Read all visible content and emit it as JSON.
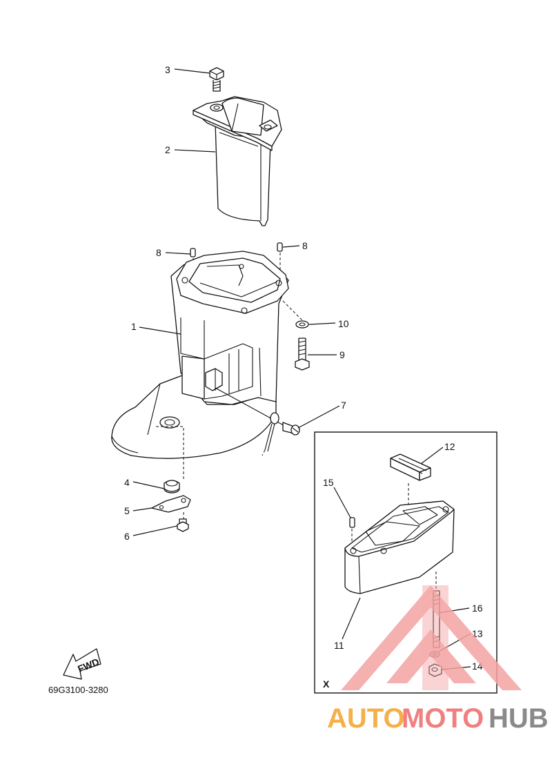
{
  "diagram": {
    "code": "69G3100-3280",
    "fwd_label": "FWD",
    "inset_label": "X",
    "callouts": [
      "1",
      "2",
      "3",
      "4",
      "5",
      "6",
      "7",
      "8",
      "8",
      "9",
      "10",
      "11",
      "12",
      "13",
      "14",
      "15",
      "16"
    ]
  },
  "watermark": {
    "auto": "AUTO",
    "moto": "MOTO",
    "hub": "HUB",
    "colors": {
      "auto": "#f5b04a",
      "moto": "#f08080",
      "hub": "#8a8a8a",
      "triangle": "#f4a3a3"
    }
  }
}
